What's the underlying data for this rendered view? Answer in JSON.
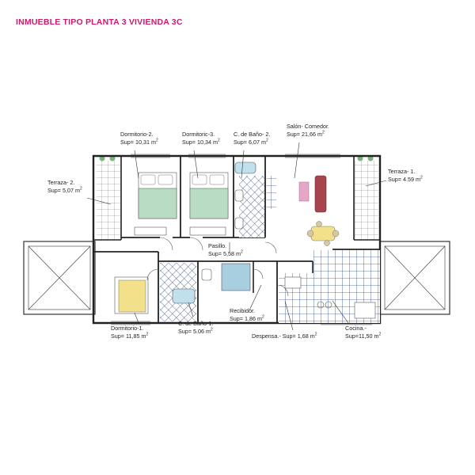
{
  "title": "INMUEBLE TIPO PLANTA 3 VIVIENDA 3C",
  "unit": "m",
  "rooms": [
    {
      "id": "dormitorio-2",
      "name": "Dormitorio-2.",
      "area": "Sup= 10,31"
    },
    {
      "id": "dormitorio-3",
      "name": "Dormitoric-3.",
      "area": "Sup= 10,34"
    },
    {
      "id": "bano-2",
      "name": "C. de Baño- 2.",
      "area": "Sup= 6,07"
    },
    {
      "id": "salon-comedor",
      "name": "Salón- Comedor.",
      "area": "Sup= 21,66"
    },
    {
      "id": "terraza-2",
      "name": "Terraza- 2.",
      "area": "Sup= 5,07"
    },
    {
      "id": "terraza-1",
      "name": "Terraza- 1.",
      "area": "Sup= 4.59"
    },
    {
      "id": "pasillo",
      "name": "Pasillo.",
      "area": "Sup= 5,58"
    },
    {
      "id": "dormitorio-1",
      "name": "Dormitorio-1.",
      "area": "Sup= 11,85"
    },
    {
      "id": "bano-1",
      "name": "C. de Baño-1.",
      "area": "Sup= 5.06"
    },
    {
      "id": "recibidor",
      "name": "Recibidor.",
      "area": "Sup= 1,86"
    },
    {
      "id": "despensa",
      "name": "Despensa.-",
      "area": "Sup= 1,68"
    },
    {
      "id": "cocina",
      "name": "Cocina.-",
      "area": "Sup=11,50"
    }
  ],
  "colors": {
    "title": "#d0186e",
    "wall": "#222222",
    "tile": "#2f4f8f",
    "blanket_green": "#b9dcc4",
    "blanket_yellow": "#f2e08a",
    "sofa": "#a8454c",
    "rug": "#e5a6c8",
    "bath": "#bfe0ec",
    "shower": "#a8cfe0"
  }
}
